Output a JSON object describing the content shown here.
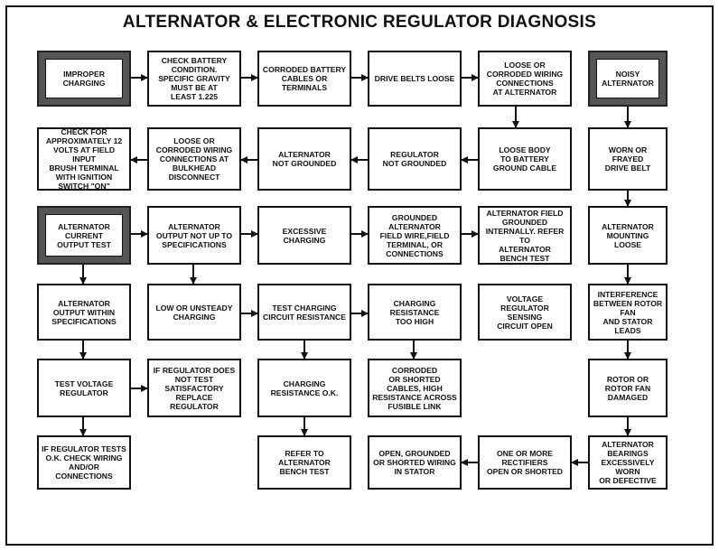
{
  "title": "ALTERNATOR & ELECTRONIC REGULATOR DIAGNOSIS",
  "boxes": {
    "improper_charging": "IMPROPER\nCHARGING",
    "check_battery": "CHECK BATTERY\nCONDITION.\nSPECIFIC GRAVITY\nMUST BE AT\nLEAST 1.225",
    "corroded_cables": "CORRODED BATTERY\nCABLES OR\nTERMINALS",
    "drive_belts_loose": "DRIVE BELTS LOOSE",
    "loose_wiring_alternator": "LOOSE OR\nCORRODED WIRING\nCONNECTIONS\nAT ALTERNATOR",
    "noisy_alternator": "NOISY\nALTERNATOR",
    "check_12_volts": "CHECK FOR\nAPPROXIMATELY 12\nVOLTS AT FIELD INPUT\nBRUSH TERMINAL\nWITH IGNITION\nSWITCH \"ON\"",
    "loose_wiring_bulkhead": "LOOSE OR\nCORRODED WIRING\nCONNECTIONS AT\nBULKHEAD\nDISCONNECT",
    "alternator_not_grounded": "ALTERNATOR\nNOT GROUNDED",
    "regulator_not_grounded": "REGULATOR\nNOT GROUNDED",
    "loose_body_ground": "LOOSE BODY\nTO BATTERY\nGROUND CABLE",
    "worn_drive_belt": "WORN OR FRAYED\nDRIVE BELT",
    "current_output_test": "ALTERNATOR\nCURRENT\nOUTPUT TEST",
    "output_not_up": "ALTERNATOR\nOUTPUT NOT UP TO\nSPECIFICATIONS",
    "excessive_charging": "EXCESSIVE\nCHARGING",
    "grounded_field_wire": "GROUNDED\nALTERNATOR\nFIELD WIRE,FIELD\nTERMINAL, OR\nCONNECTIONS",
    "field_grounded_internally": "ALTERNATOR FIELD\nGROUNDED\nINTERNALLY. REFER TO\nALTERNATOR\nBENCH TEST",
    "mounting_loose": "ALTERNATOR\nMOUNTING LOOSE",
    "output_within_specs": "ALTERNATOR\nOUTPUT WITHIN\nSPECIFICATIONS",
    "low_unsteady": "LOW OR UNSTEADY\nCHARGING",
    "test_circuit_resistance": "TEST CHARGING\nCIRCUIT RESISTANCE",
    "resistance_too_high": "CHARGING\nRESISTANCE\nTOO HIGH",
    "sensing_circuit_open": "VOLTAGE REGULATOR\nSENSING\nCIRCUIT OPEN",
    "interference_rotor_fan": "INTERFERENCE\nBETWEEN ROTOR FAN\nAND STATOR LEADS",
    "test_voltage_regulator": "TEST VOLTAGE\nREGULATOR",
    "replace_regulator": "IF REGULATOR DOES\nNOT TEST\nSATISFACTORY\nREPLACE REGULATOR",
    "resistance_ok": "CHARGING\nRESISTANCE O.K.",
    "corroded_shorted_cables": "CORRODED\nOR SHORTED\nCABLES, HIGH\nRESISTANCE ACROSS\nFUSIBLE LINK",
    "rotor_fan_damaged": "ROTOR OR\nROTOR FAN\nDAMAGED",
    "regulator_tests_ok": "IF REGULATOR TESTS\nO.K. CHECK WIRING\nAND/OR\nCONNECTIONS",
    "refer_bench_test": "REFER TO\nALTERNATOR\nBENCH TEST",
    "stator_wiring": "OPEN, GROUNDED\nOR SHORTED WIRING\nIN STATOR",
    "rectifiers": "ONE OR MORE\nRECTIFIERS\nOPEN OR SHORTED",
    "bearings_worn": "ALTERNATOR\nBEARINGS\nEXCESSIVELY WORN\nOR DEFECTIVE"
  }
}
